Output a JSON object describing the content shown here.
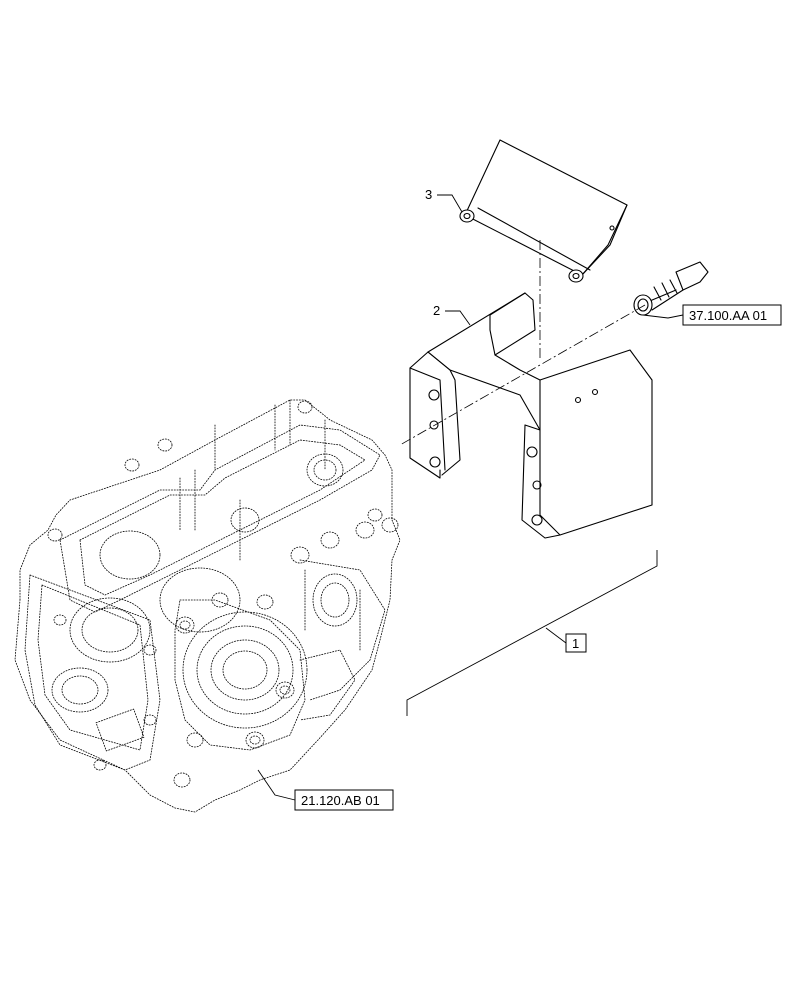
{
  "diagram": {
    "callouts": {
      "item_3": "3",
      "item_2": "2",
      "item_1": "1"
    },
    "references": {
      "bolt_ref": "37.100.AA 01",
      "housing_ref": "21.120.AB 01"
    }
  }
}
